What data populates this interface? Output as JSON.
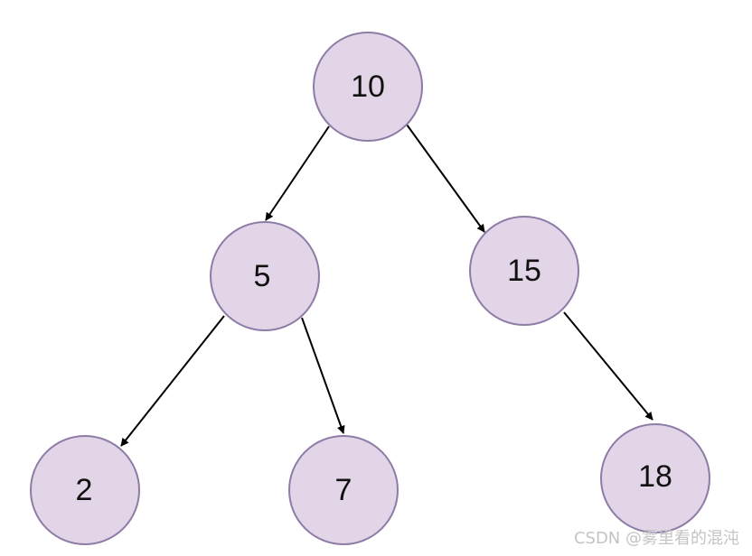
{
  "tree": {
    "node_fill": "#e1d5e7",
    "node_stroke": "#8e7ba6",
    "edge_color": "#000000",
    "nodes": [
      {
        "id": "n10",
        "label": "10"
      },
      {
        "id": "n5",
        "label": "5"
      },
      {
        "id": "n15",
        "label": "15"
      },
      {
        "id": "n2",
        "label": "2"
      },
      {
        "id": "n7",
        "label": "7"
      },
      {
        "id": "n18",
        "label": "18"
      }
    ],
    "edges": [
      {
        "from": "n10",
        "to": "n5"
      },
      {
        "from": "n10",
        "to": "n15"
      },
      {
        "from": "n5",
        "to": "n2"
      },
      {
        "from": "n5",
        "to": "n7"
      },
      {
        "from": "n15",
        "to": "n18"
      }
    ]
  },
  "watermark": {
    "text": "CSDN @雾里看的混沌"
  }
}
